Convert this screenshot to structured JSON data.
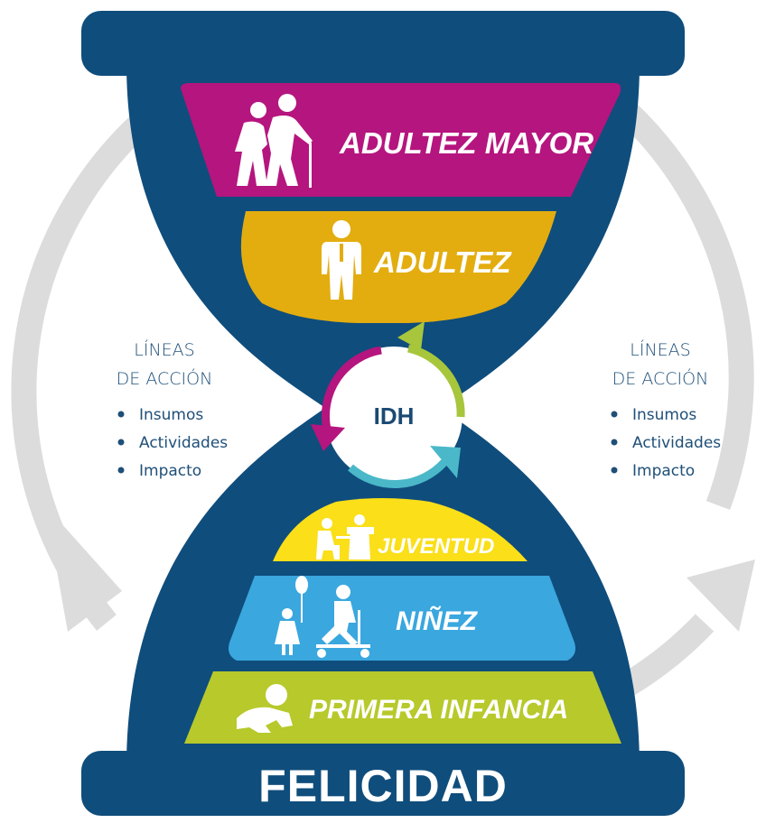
{
  "colors": {
    "frame": "#0f4d7c",
    "adultez_mayor": "#b5157e",
    "adultez": "#e3ad0f",
    "juventud": "#fadf19",
    "ninez": "#3aa7df",
    "primera_infancia": "#b7c92b",
    "cycle_arrow": "#dcdcdc",
    "idh_magenta": "#b5157e",
    "idh_green": "#a7c63c",
    "idh_teal": "#4ab8c8"
  },
  "bands": {
    "adultez_mayor": {
      "label": "ADULTEZ MAYOR",
      "icon": "elderly-couple-icon"
    },
    "adultez": {
      "label": "ADULTEZ",
      "icon": "adult-man-icon"
    },
    "juventud": {
      "label": "JUVENTUD",
      "icon": "youth-study-icon"
    },
    "ninez": {
      "label": "NIÑEZ",
      "icon": "children-playing-icon"
    },
    "primera_infancia": {
      "label": "PRIMERA INFANCIA",
      "icon": "crawling-baby-icon"
    }
  },
  "center": {
    "label": "IDH"
  },
  "base": {
    "label": "FELICIDAD"
  },
  "left_panel": {
    "title_line1": "LÍNEAS",
    "title_line2": "DE ACCIÓN",
    "items": [
      "Insumos",
      "Actividades",
      "Impacto"
    ]
  },
  "right_panel": {
    "title_line1": "LÍNEAS",
    "title_line2": "DE ACCIÓN",
    "items": [
      "Insumos",
      "Actividades",
      "Impacto"
    ]
  }
}
